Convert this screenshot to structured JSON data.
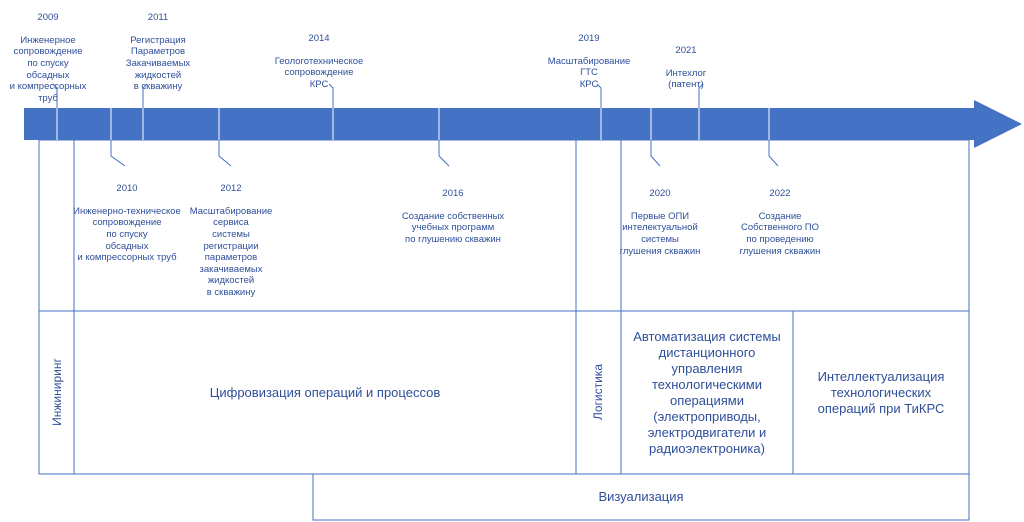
{
  "milestones_top": [
    {
      "year": "2009",
      "text": "Инженерное\nсопровождение\nпо спуску\nобсадных\nи компрессорных труб"
    },
    {
      "year": "2011",
      "text": "Регистрация\nПараметров\nЗакачиваемых\nжидкостей\nв скважину"
    },
    {
      "year": "2014",
      "text": "Геологотехническое\nсопровождение\nКРС"
    },
    {
      "year": "2019",
      "text": "Масштабирование\nГТС\nКРС"
    },
    {
      "year": "2021",
      "text": "Интехлог\n(патент)"
    }
  ],
  "milestones_bottom": [
    {
      "year": "2010",
      "text": "Инженерно-техническое\nсопровождение\nпо спуску\nобсадных\nи компрессорных труб"
    },
    {
      "year": "2012",
      "text": "Масштабирование\nсервиса\nсистемы\nрегистрации\nпараметров\nзакачиваемых\nжидкостей\nв скважину"
    },
    {
      "year": "2016",
      "text": "Создание собственных\nучебных программ\nпо глушению скважин"
    },
    {
      "year": "2020",
      "text": "Первые ОПИ\nинтелектуальной\nсистемы\nглушения скважин"
    },
    {
      "year": "2022",
      "text": "Создание\nСобственного ПО\nпо проведению\nглушения скважин"
    }
  ],
  "phases": {
    "engineering": "Инжиниринг",
    "digitalization": "Цифровизация операций и процессов",
    "logistics": "Логистика",
    "automation": "Автоматизация системы\nдистанционного\nуправления\nтехнологическими\nоперациями\n(электроприводы,\nэлектродвигатели и\nрадиоэлектроника)",
    "intellectualization": "Интеллектуализация\nтехнологических\nопераций при ТиКРС",
    "visualization": "Визуализация"
  },
  "colors": {
    "arrow": "#4472c4",
    "line": "#4472c4",
    "text": "#2f4f9b"
  }
}
